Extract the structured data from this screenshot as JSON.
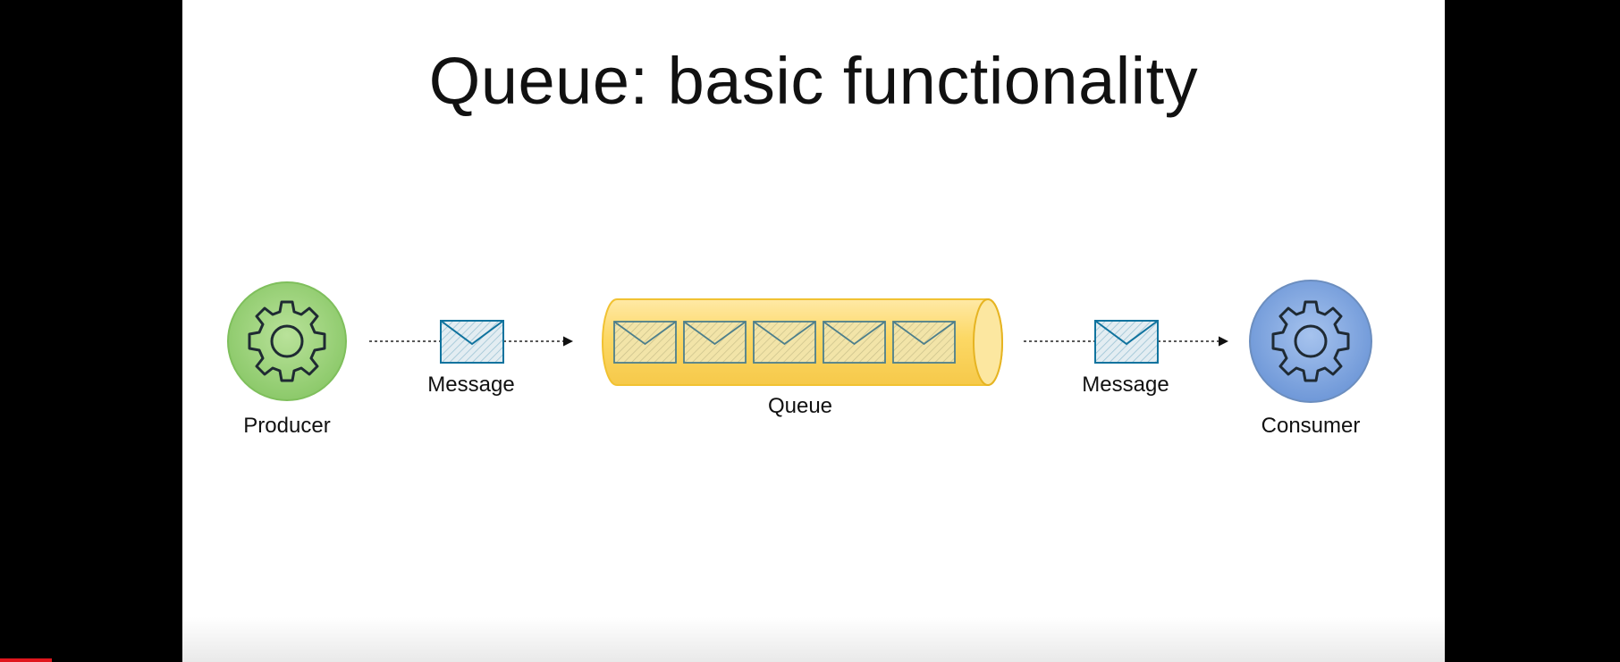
{
  "slide": {
    "title": "Queue: basic functionality"
  },
  "diagram": {
    "producer": {
      "label": "Producer",
      "icon": "gear-icon",
      "color": "#97d077"
    },
    "message_in": {
      "label": "Message",
      "icon": "envelope-icon"
    },
    "queue": {
      "label": "Queue",
      "color": "#fdd35c",
      "message_count": 5
    },
    "message_out": {
      "label": "Message",
      "icon": "envelope-icon"
    },
    "consumer": {
      "label": "Consumer",
      "icon": "gear-icon",
      "color": "#7ea6e0"
    }
  },
  "colors": {
    "envelope_stroke": "#10739e",
    "envelope_fill": "#dde9ef",
    "gear_stroke": "#1f2a33",
    "background": "#ffffff",
    "letterbox": "#000000",
    "progress": "#e0161d"
  }
}
